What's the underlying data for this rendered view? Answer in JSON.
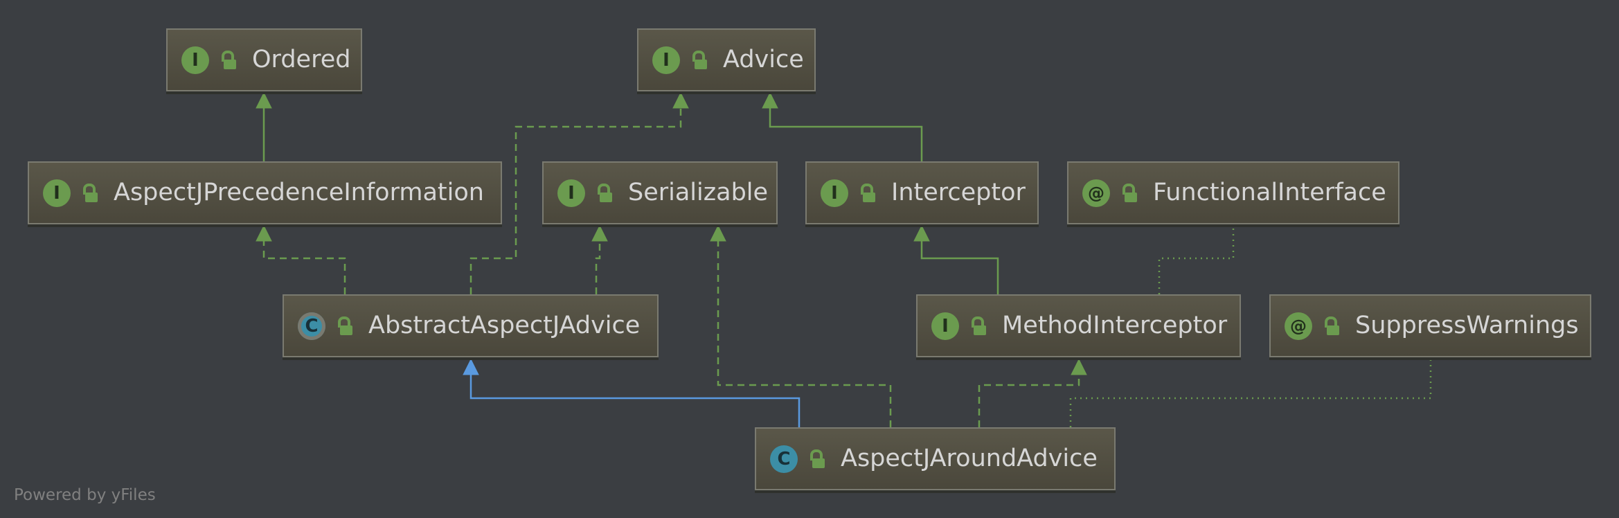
{
  "diagram": {
    "nodes": [
      {
        "id": "ordered",
        "label": "Ordered",
        "kind": "interface",
        "icon": "interface-icon"
      },
      {
        "id": "advice",
        "label": "Advice",
        "kind": "interface",
        "icon": "interface-icon"
      },
      {
        "id": "aspectj-precedence-information",
        "label": "AspectJPrecedenceInformation",
        "kind": "interface",
        "icon": "interface-icon"
      },
      {
        "id": "serializable",
        "label": "Serializable",
        "kind": "interface",
        "icon": "interface-icon"
      },
      {
        "id": "interceptor",
        "label": "Interceptor",
        "kind": "interface",
        "icon": "interface-icon"
      },
      {
        "id": "functional-interface",
        "label": "FunctionalInterface",
        "kind": "annotation",
        "icon": "annotation-icon"
      },
      {
        "id": "abstract-aspectj-advice",
        "label": "AbstractAspectJAdvice",
        "kind": "abstract-class",
        "icon": "abstract-class-icon"
      },
      {
        "id": "method-interceptor",
        "label": "MethodInterceptor",
        "kind": "interface",
        "icon": "interface-icon"
      },
      {
        "id": "suppress-warnings",
        "label": "SuppressWarnings",
        "kind": "annotation",
        "icon": "annotation-icon"
      },
      {
        "id": "aspectj-around-advice",
        "label": "AspectJAroundAdvice",
        "kind": "class",
        "icon": "class-icon"
      }
    ],
    "edges": [
      {
        "from": "aspectj-precedence-information",
        "to": "ordered",
        "type": "extends-interface"
      },
      {
        "from": "interceptor",
        "to": "advice",
        "type": "extends-interface"
      },
      {
        "from": "abstract-aspectj-advice",
        "to": "aspectj-precedence-information",
        "type": "implements"
      },
      {
        "from": "abstract-aspectj-advice",
        "to": "advice",
        "type": "implements"
      },
      {
        "from": "abstract-aspectj-advice",
        "to": "serializable",
        "type": "implements"
      },
      {
        "from": "method-interceptor",
        "to": "interceptor",
        "type": "extends-interface"
      },
      {
        "from": "method-interceptor",
        "to": "functional-interface",
        "type": "annotated-by"
      },
      {
        "from": "aspectj-around-advice",
        "to": "abstract-aspectj-advice",
        "type": "extends-class"
      },
      {
        "from": "aspectj-around-advice",
        "to": "serializable",
        "type": "implements"
      },
      {
        "from": "aspectj-around-advice",
        "to": "method-interceptor",
        "type": "implements"
      },
      {
        "from": "aspectj-around-advice",
        "to": "suppress-warnings",
        "type": "annotated-by"
      }
    ],
    "colors": {
      "background": "#3b3e42",
      "node_fill": "#524f42",
      "node_border": "#7a7a70",
      "node_text": "#d6d6d6",
      "interface_edge": "#6b9b4f",
      "class_edge": "#5a9ae0",
      "annotation_edge": "#6b9b4f"
    }
  },
  "footer": {
    "text": "Powered by yFiles"
  }
}
